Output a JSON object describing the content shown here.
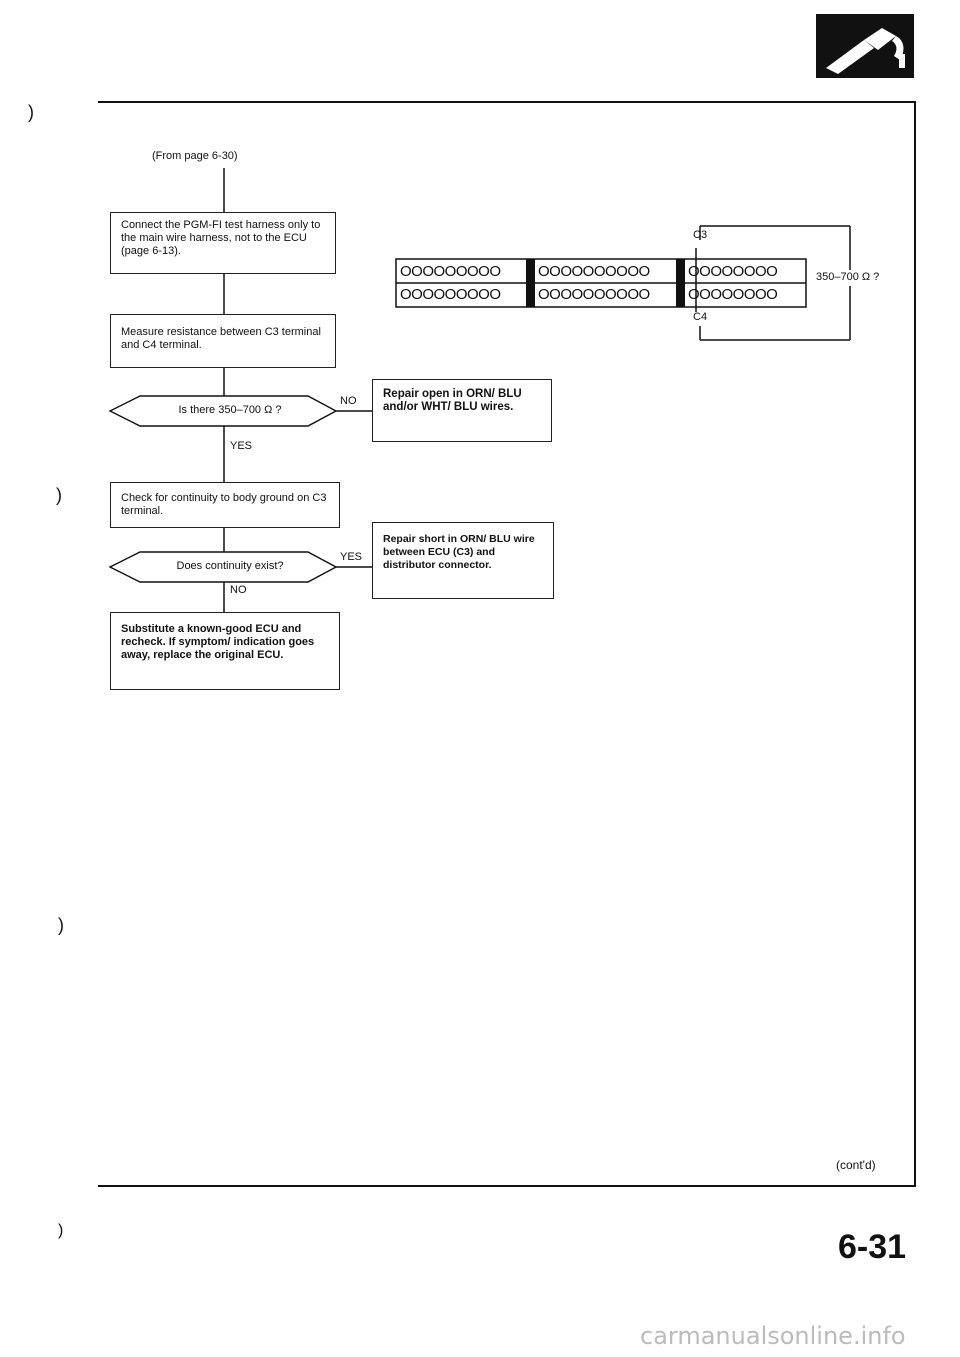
{
  "page": {
    "from_page": "(From page 6-30)",
    "contd": "(cont'd)",
    "page_number": "6-31",
    "watermark": "carmanualsonline.info",
    "header_icon": "fuel-nozzle-icon"
  },
  "flow": {
    "step1": "Connect the PGM-FI test harness only to the main wire harness, not to the ECU (page 6-13).",
    "step2": "Measure resistance between C3 terminal and C4 terminal.",
    "decision1": "Is there 350–700 Ω ?",
    "decision1_no": "NO",
    "decision1_yes": "YES",
    "action1": "Repair open in ORN/ BLU and/or WHT/ BLU wires.",
    "step3": "Check for continuity to body ground on C3 terminal.",
    "decision2": "Does continuity exist?",
    "decision2_yes": "YES",
    "decision2_no": "NO",
    "action2": "Repair short in ORN/ BLU wire between ECU (C3) and distributor connector.",
    "step4": "Substitute a known-good ECU and recheck. If symptom/ indication goes away, replace the original ECU."
  },
  "connector": {
    "c3_label": "C3",
    "c4_label": "C4",
    "resistance": "350–700 Ω ?",
    "row1": [
      "OOOOOOOOO",
      "OOOOOOOOOO",
      "OOOOOOOO"
    ],
    "row2": [
      "OOOOOOOOO",
      "OOOOOOOOOO",
      "OOOOOOOO"
    ]
  }
}
